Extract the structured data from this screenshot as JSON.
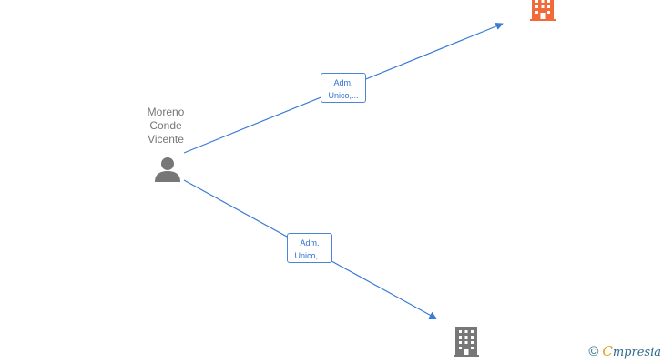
{
  "person": {
    "name_lines": [
      "Moreno",
      "Conde",
      "Vicente"
    ]
  },
  "edges": [
    {
      "label_lines": [
        "Adm.",
        "Unico,..."
      ]
    },
    {
      "label_lines": [
        "Adm.",
        "Unico,..."
      ]
    }
  ],
  "companies": [
    {
      "icon": "building-icon",
      "color": "#f26a3a"
    },
    {
      "icon": "building-icon",
      "color": "#777777"
    }
  ],
  "colors": {
    "edge": "#3a7bd5",
    "person_icon": "#777777",
    "brand_e": "#e8a020",
    "brand_text": "#2c6a8a"
  },
  "brand": {
    "copyright": "©",
    "initial": "C",
    "rest": "mpresia"
  }
}
